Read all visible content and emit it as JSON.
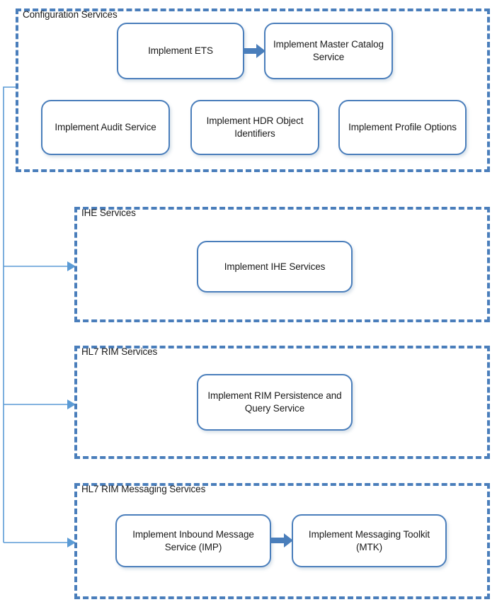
{
  "diagram": {
    "title_visible": false,
    "accent_color": "#4a7ebb",
    "connector_color": "#5b9bd5",
    "text_color": "#1a1a1a",
    "background": "#ffffff",
    "groups": [
      {
        "id": "configuration-services",
        "label": "Configuration Services",
        "nodes": [
          {
            "id": "implement-ets",
            "label": "Implement ETS"
          },
          {
            "id": "implement-master-catalog-service",
            "label": "Implement Master Catalog Service"
          },
          {
            "id": "implement-audit-service",
            "label": "Implement Audit Service"
          },
          {
            "id": "implement-hdr-object-identifiers",
            "label": "Implement HDR Object Identifiers"
          },
          {
            "id": "implement-profile-options",
            "label": "Implement Profile Options"
          }
        ]
      },
      {
        "id": "ihe-services",
        "label": "IHE Services",
        "nodes": [
          {
            "id": "implement-ihe-services",
            "label": "Implement IHE Services"
          }
        ]
      },
      {
        "id": "hl7-rim-services",
        "label": "HL7 RIM Services",
        "nodes": [
          {
            "id": "implement-rim-persistence-and-query-service",
            "label": "Implement RIM Persistence and Query Service"
          }
        ]
      },
      {
        "id": "hl7-rim-messaging-services",
        "label": "HL7 RIM Messaging Services",
        "nodes": [
          {
            "id": "implement-inbound-message-service-imp",
            "label": "Implement Inbound Message Service (IMP)"
          },
          {
            "id": "implement-messaging-toolkit-mtk",
            "label": "Implement Messaging Toolkit (MTK)"
          }
        ]
      }
    ],
    "arrows": [
      {
        "id": "ets-to-master-catalog",
        "from": "implement-ets",
        "to": "implement-master-catalog-service",
        "style": "block"
      },
      {
        "id": "imp-to-mtk",
        "from": "implement-inbound-message-service-imp",
        "to": "implement-messaging-toolkit-mtk",
        "style": "block"
      },
      {
        "id": "config-to-ihe",
        "from": "configuration-services",
        "to": "ihe-services",
        "style": "line"
      },
      {
        "id": "config-to-rim",
        "from": "configuration-services",
        "to": "hl7-rim-services",
        "style": "line"
      },
      {
        "id": "config-to-rim-messaging",
        "from": "configuration-services",
        "to": "hl7-rim-messaging-services",
        "style": "line"
      }
    ]
  }
}
